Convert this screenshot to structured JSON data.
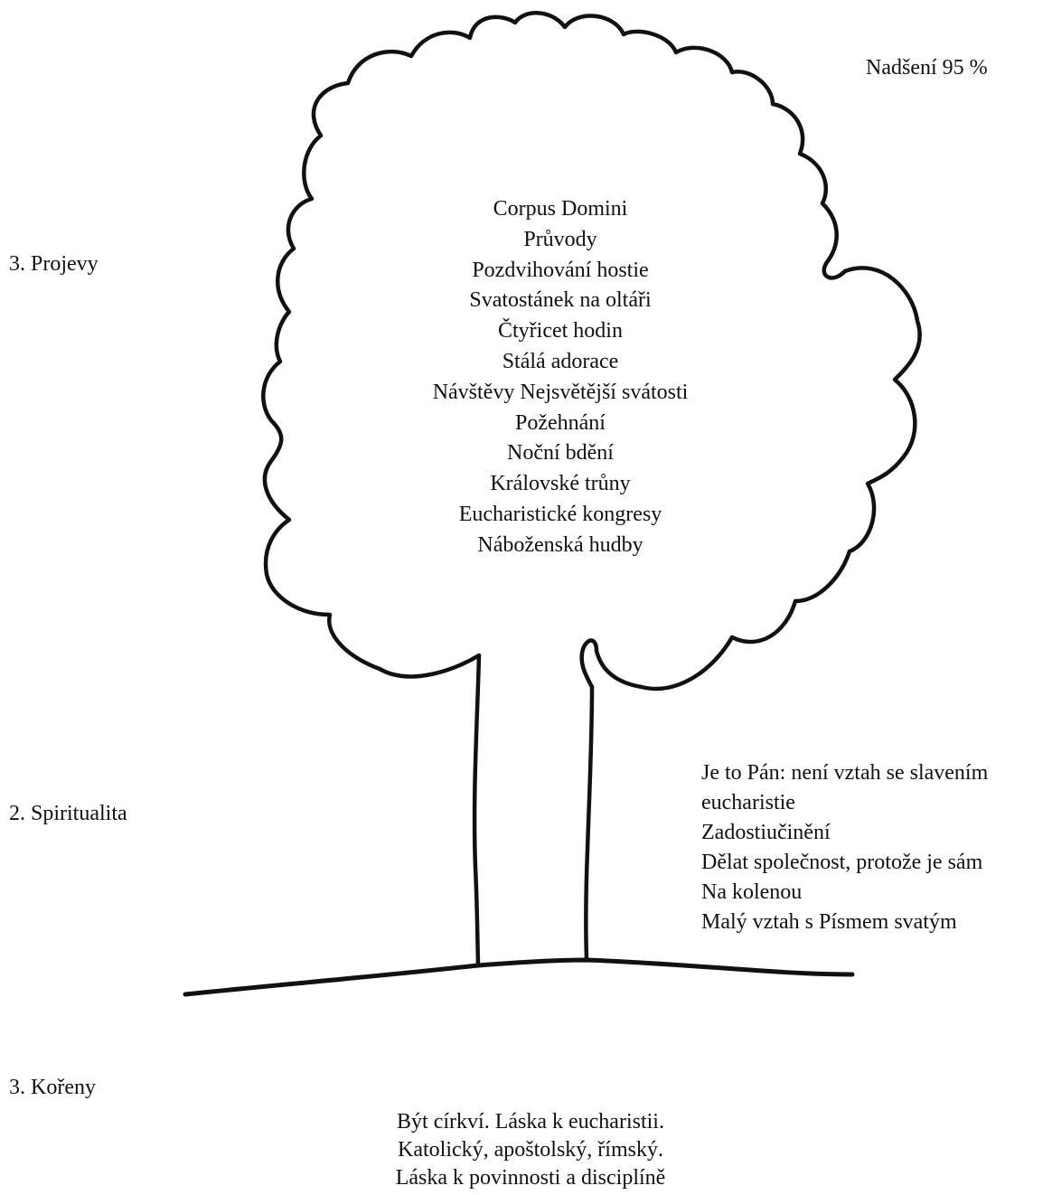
{
  "enthusiasm": "Nadšení 95 %",
  "levels": {
    "manifestations": "3. Projevy",
    "spirituality": "2. Spiritualita",
    "roots": "3. Kořeny"
  },
  "crown_items": [
    "Corpus Domini",
    "Průvody",
    "Pozdvihování hostie",
    "Svatostánek na oltáři",
    "Čtyřicet hodin",
    "Stálá adorace",
    "Návštěvy Nejsvětější svátosti",
    "Požehnání",
    "Noční bdění",
    "Královské trůny",
    "Eucharistické kongresy",
    "Náboženská hudby"
  ],
  "trunk_items": [
    "Je to Pán: není vztah se slavením",
    "eucharistie",
    "Zadostiučinění",
    "Dělat společnost, protože je sám",
    "Na kolenou",
    "Malý vztah s Písmem svatým"
  ],
  "root_items": [
    "Být církví. Láska k eucharistii.",
    "Katolický, apoštolský, římský.",
    "Láska k povinnosti a disciplíně"
  ],
  "colors": {
    "ink": "#111111",
    "background": "#ffffff"
  }
}
